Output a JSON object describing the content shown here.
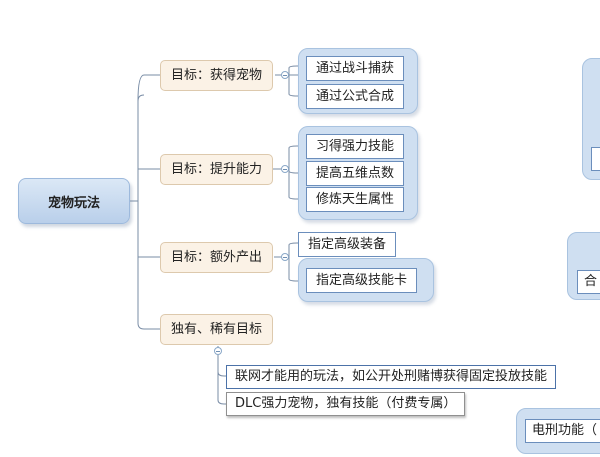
{
  "root": {
    "label": "宠物玩法"
  },
  "goals": [
    {
      "label": "目标：获得宠物",
      "children": [
        "通过战斗捕获",
        "通过公式合成"
      ]
    },
    {
      "label": "目标：提升能力",
      "children": [
        "习得强力技能",
        "提高五维点数",
        "修炼天生属性"
      ]
    },
    {
      "label": "目标：额外产出",
      "children": [
        "指定高级装备",
        "指定高级技能卡"
      ]
    },
    {
      "label": "独有、稀有目标",
      "children": [
        "联网才能用的玩法，如公开处刑赌博获得固定投放技能",
        "DLC强力宠物，独有技能（付费专属）"
      ]
    }
  ],
  "offscreen": {
    "item_a": "合",
    "item_b": "电刑功能（"
  },
  "colors": {
    "link": "#7a8da6",
    "group_fill": "#cfdff1",
    "goal_fill": "#fbf2e6",
    "root_fill": "#c6d9ef"
  }
}
